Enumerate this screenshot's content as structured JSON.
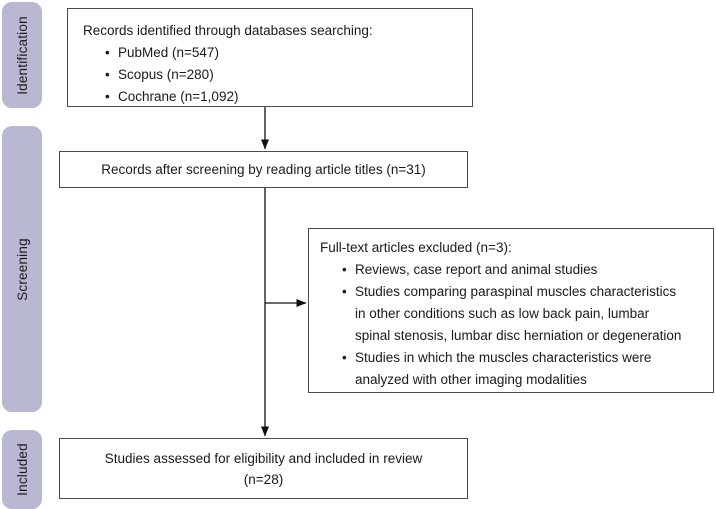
{
  "sidebar": {
    "band_color": "#b9b8d3",
    "stages": [
      {
        "label": "Identification"
      },
      {
        "label": "Screening"
      },
      {
        "label": "Included"
      }
    ]
  },
  "boxes": {
    "identified": {
      "title": "Records identified through databases searching:",
      "bullets": [
        "PubMed (n=547)",
        "Scopus (n=280)",
        "Cochrane (n=1,092)"
      ]
    },
    "screened": {
      "text": "Records after screening by reading article titles (n=31)"
    },
    "excluded": {
      "title": "Full-text articles excluded (n=3):",
      "bullets": [
        {
          "lines": [
            "Reviews, case report and animal studies"
          ]
        },
        {
          "lines": [
            "Studies comparing paraspinal muscles characteristics",
            "in other conditions such as low back pain, lumbar",
            "spinal stenosis, lumbar disc herniation or degeneration"
          ]
        },
        {
          "lines": [
            "Studies in which the muscles characteristics were",
            "analyzed with other imaging modalities"
          ]
        }
      ]
    },
    "included": {
      "line1": "Studies assessed for eligibility and included in review",
      "line2": "(n=28)"
    }
  },
  "colors": {
    "box_border": "#4a4a4a",
    "arrow": "#111111",
    "text": "#1a1a1a",
    "background": "#ffffff"
  }
}
